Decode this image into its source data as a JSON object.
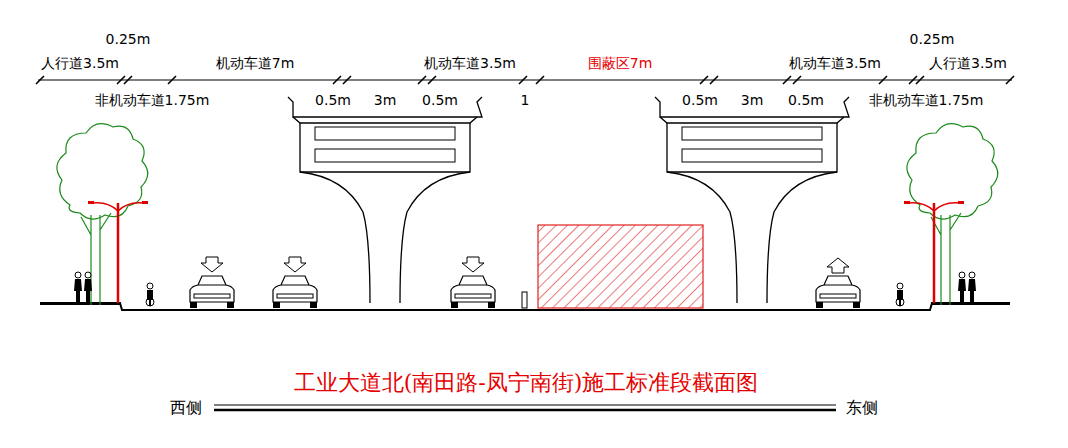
{
  "diagram": {
    "title": "工业大道北(南田路-凤宁南街)施工标准段截面图",
    "labels": [
      "0.25m",
      "人行道3.5m",
      "机动车道7m",
      "机动车道3.5m",
      "围蔽区7m",
      "机动车道3.5m",
      "0.25m",
      "人行道3.5m",
      "非机动车道1.75m",
      "0.5m",
      "3m",
      "0.5m",
      "1",
      "0.5m",
      "3m",
      "0.5m",
      "非机动车道1.75m",
      "西侧",
      "东侧"
    ]
  }
}
